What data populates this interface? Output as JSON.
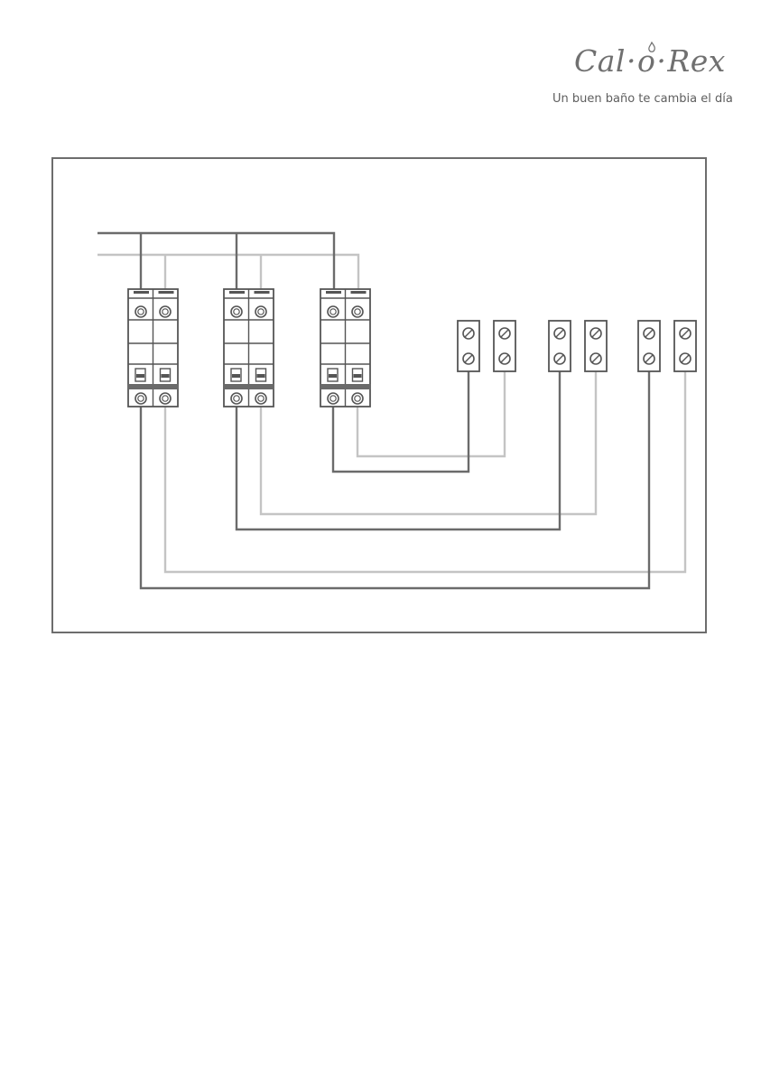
{
  "brand": {
    "logo_parts": [
      "Cal",
      "·",
      "o",
      "·",
      "Rex"
    ],
    "tagline": "Un buen baño te cambia el día"
  },
  "colors": {
    "wire_dark": "#6b6b6b",
    "wire_light": "#c4c4c4",
    "device_stroke": "#555555",
    "frame": "#6d6d6d"
  },
  "diagram": {
    "breaker_count": 3,
    "terminal_pair_count": 3,
    "icons": [
      "circuit-breaker-icon",
      "screw-terminal-icon"
    ]
  }
}
